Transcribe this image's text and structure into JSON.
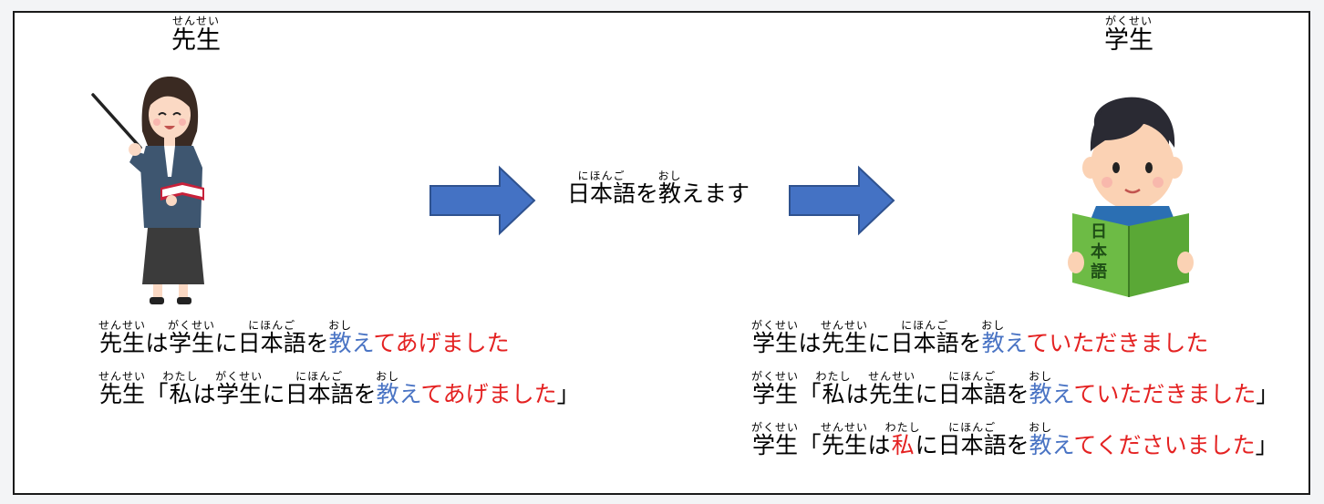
{
  "colors": {
    "verb_stem": "#4a74c4",
    "auxiliary": "#e42222",
    "arrow": "#4472c4",
    "arrow_outline": "#2f528f"
  },
  "teacher": {
    "label": "先生",
    "reading": "せんせい",
    "illustration": "teacher-with-pointer-and-book-icon"
  },
  "student": {
    "label": "学生",
    "reading": "がくせい",
    "illustration": "student-reading-nihongo-book-icon",
    "book_text": [
      "日",
      "本",
      "語"
    ]
  },
  "center": {
    "phrase": [
      {
        "t": "日本語",
        "r": "にほんご"
      },
      {
        "t": "を"
      },
      {
        "t": "教",
        "r": "おし"
      },
      {
        "t": "えます"
      }
    ]
  },
  "left_sentences": [
    [
      {
        "t": "先生",
        "r": "せんせい"
      },
      {
        "t": "は"
      },
      {
        "t": "学生",
        "r": "がくせい"
      },
      {
        "t": "に"
      },
      {
        "t": "日本語",
        "r": "にほんご"
      },
      {
        "t": "を"
      },
      {
        "t": "教",
        "r": "おし",
        "c": "blue"
      },
      {
        "t": "え",
        "c": "blue"
      },
      {
        "t": "てあげました",
        "c": "red"
      }
    ],
    [
      {
        "t": "先生",
        "r": "せんせい"
      },
      {
        "t": "「"
      },
      {
        "t": "私",
        "r": "わたし"
      },
      {
        "t": "は"
      },
      {
        "t": "学生",
        "r": "がくせい"
      },
      {
        "t": "に"
      },
      {
        "t": "日本語",
        "r": "にほんご"
      },
      {
        "t": "を"
      },
      {
        "t": "教",
        "r": "おし",
        "c": "blue"
      },
      {
        "t": "え",
        "c": "blue"
      },
      {
        "t": "てあげました",
        "c": "red"
      },
      {
        "t": "」"
      }
    ]
  ],
  "right_sentences": [
    [
      {
        "t": "学生",
        "r": "がくせい"
      },
      {
        "t": "は"
      },
      {
        "t": "先生",
        "r": "せんせい"
      },
      {
        "t": "に"
      },
      {
        "t": "日本語",
        "r": "にほんご"
      },
      {
        "t": "を"
      },
      {
        "t": "教",
        "r": "おし",
        "c": "blue"
      },
      {
        "t": "え",
        "c": "blue"
      },
      {
        "t": "ていただきました",
        "c": "red"
      }
    ],
    [
      {
        "t": "学生",
        "r": "がくせい"
      },
      {
        "t": "「"
      },
      {
        "t": "私",
        "r": "わたし"
      },
      {
        "t": "は"
      },
      {
        "t": "先生",
        "r": "せんせい"
      },
      {
        "t": "に"
      },
      {
        "t": "日本語",
        "r": "にほんご"
      },
      {
        "t": "を"
      },
      {
        "t": "教",
        "r": "おし",
        "c": "blue"
      },
      {
        "t": "え",
        "c": "blue"
      },
      {
        "t": "ていただきました",
        "c": "red"
      },
      {
        "t": "」"
      }
    ],
    [
      {
        "t": "学生",
        "r": "がくせい"
      },
      {
        "t": "「"
      },
      {
        "t": "先生",
        "r": "せんせい"
      },
      {
        "t": "は"
      },
      {
        "t": "私",
        "r": "わたし",
        "c": "red"
      },
      {
        "t": "に"
      },
      {
        "t": "日本語",
        "r": "にほんご"
      },
      {
        "t": "を"
      },
      {
        "t": "教",
        "r": "おし",
        "c": "blue"
      },
      {
        "t": "え",
        "c": "blue"
      },
      {
        "t": "てくださいました",
        "c": "red"
      },
      {
        "t": "」"
      }
    ]
  ]
}
